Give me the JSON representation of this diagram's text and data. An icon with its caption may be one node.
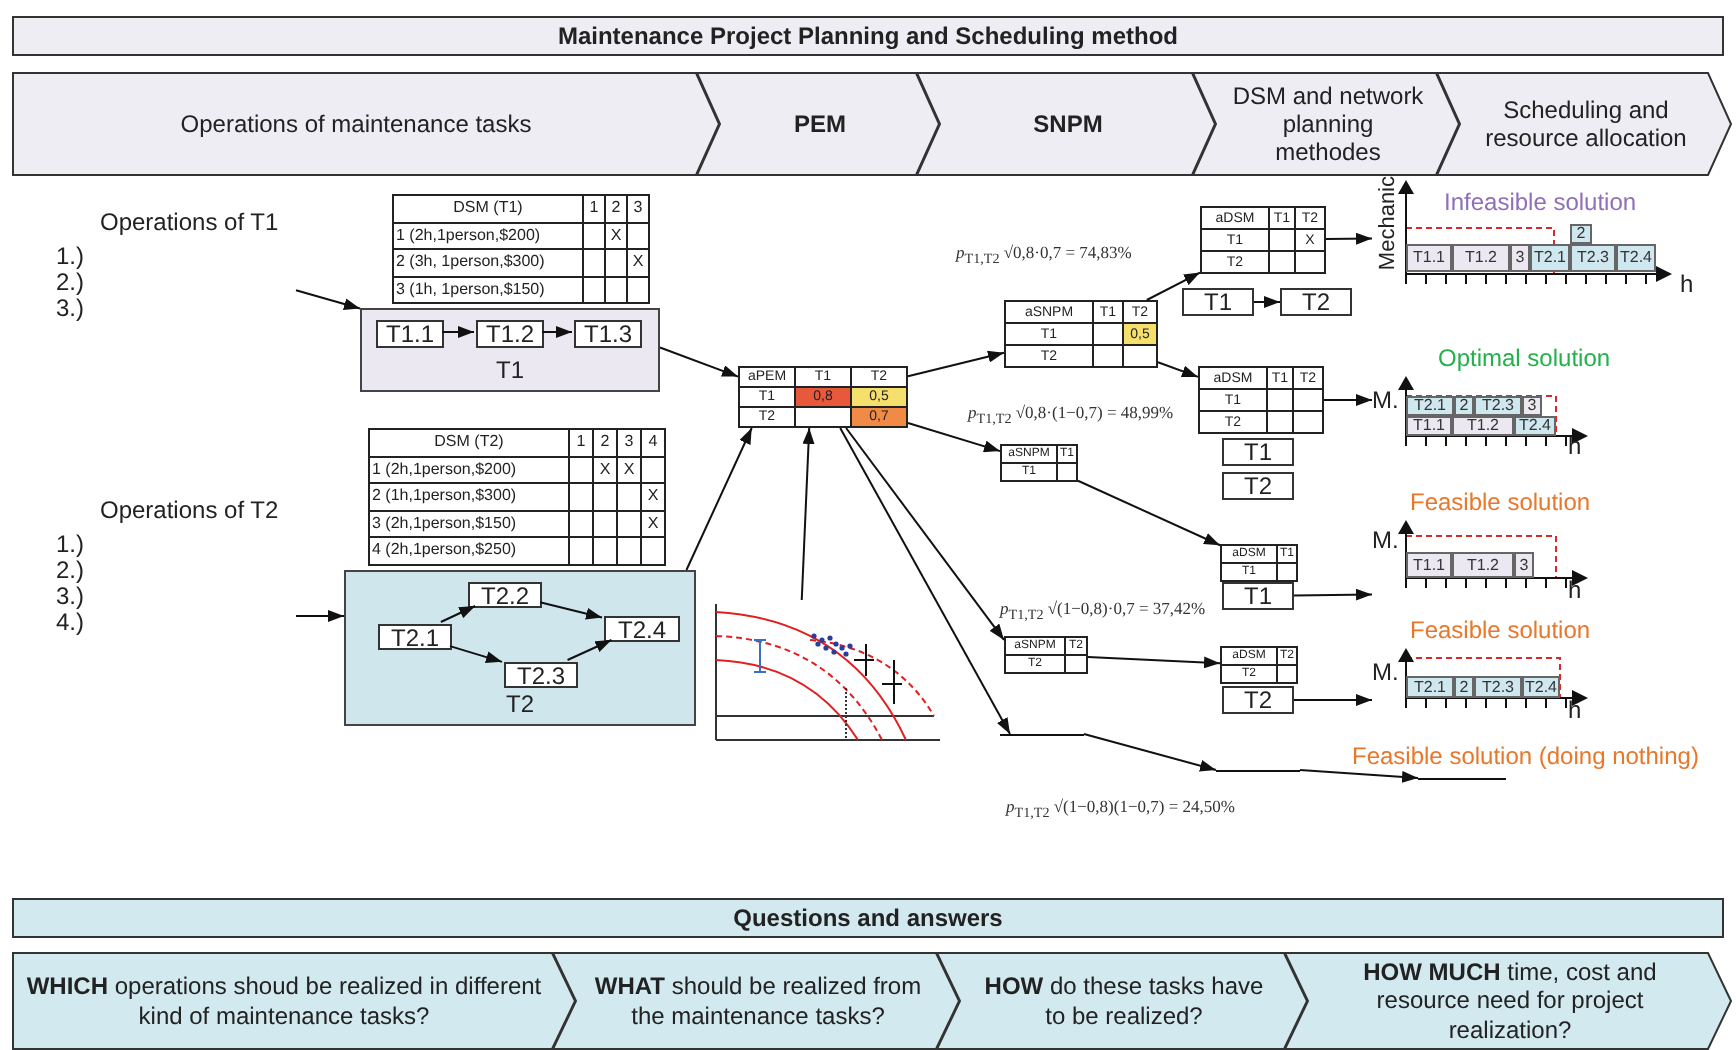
{
  "diagram": {
    "title": "Maintenance Project Planning and Scheduling method",
    "nodes": [
      {
        "text": [
          "Operations of maintenance tasks"
        ]
      },
      {
        "text": [
          "PEM"
        ]
      },
      {
        "text": [
          "SNPM"
        ]
      },
      {
        "text": [
          "DSM and network planning methodes"
        ]
      },
      {
        "text": [
          "Scheduling and resource allocation"
        ]
      },
      {
        "text": [
          "Operations of T1",
          "1.)",
          "2.)",
          "3.)"
        ]
      },
      {
        "text": [
          "DSM (T1)",
          "1",
          "2",
          "3",
          "1 (2h,1person,$200)",
          "X",
          "2 (3h, 1person,$300)",
          "X",
          "3 (1h, 1person,$150)"
        ]
      },
      {
        "text": [
          "T1"
        ]
      },
      {
        "text": [
          "T1.1"
        ],
        "in": 7
      },
      {
        "text": [
          "T1.2"
        ],
        "in": 7
      },
      {
        "text": [
          "T1.3"
        ],
        "in": 7
      },
      {
        "text": [
          "Operations of T2",
          "1.)",
          "2.)",
          "3.)",
          "4.)"
        ]
      },
      {
        "text": [
          "DSM (T2)",
          "1",
          "2",
          "3",
          "4",
          "1 (2h,1person,$200)",
          "X",
          "X",
          "2 (1h,1person,$300)",
          "X",
          "3 (2h,1person,$150)",
          "X",
          "4 (2h,1person,$250)"
        ]
      },
      {
        "text": [
          "T2"
        ]
      },
      {
        "text": [
          "T2.1"
        ],
        "in": 13
      },
      {
        "text": [
          "T2.2"
        ],
        "in": 13
      },
      {
        "text": [
          "T2.3"
        ],
        "in": 13
      },
      {
        "text": [
          "T2.4"
        ],
        "in": 13
      },
      {
        "text": [],
        "shape": "picture"
      },
      {
        "text": [
          "aPEM",
          "T1",
          "T2",
          "T1",
          "0,8",
          "0,5",
          "T2",
          "0,7"
        ]
      },
      {
        "text": [
          "aSNPM",
          "T1",
          "T2",
          "T1",
          "0,5",
          "T2"
        ]
      },
      {
        "text": [
          "aSNPM",
          "T1",
          "T1"
        ]
      },
      {
        "text": [
          "aSNPM",
          "T2",
          "T2"
        ]
      },
      {
        "text": [],
        "shape": "bar"
      },
      {
        "text": [
          "aDSM",
          "T1",
          "T2",
          "T1",
          "X",
          "T2"
        ]
      },
      {
        "text": [
          "T1"
        ]
      },
      {
        "text": [
          "T2"
        ]
      },
      {
        "text": [
          "aDSM",
          "T1",
          "T2",
          "T1",
          "T2"
        ]
      },
      {
        "text": [
          "T1"
        ]
      },
      {
        "text": [
          "T2"
        ]
      },
      {
        "text": [
          "aDSM",
          "T1",
          "T1"
        ]
      },
      {
        "text": [
          "T1"
        ]
      },
      {
        "text": [
          "aDSM",
          "T2",
          "T2"
        ]
      },
      {
        "text": [
          "T2"
        ]
      },
      {
        "text": [],
        "shape": "bar"
      },
      {
        "text": [],
        "shape": "bar",
        "beside": [
          "Feasible solution (doing nothing)"
        ]
      },
      {
        "text": [
          "Infeasible solution",
          "Mechanic",
          "T1.1",
          "T1.2",
          "3",
          "T2.1",
          "T2.3",
          "T2.4",
          "2",
          "h"
        ]
      },
      {
        "text": [
          "Optimal solution",
          "M.",
          "T2.1",
          "2",
          "T2.3",
          "3",
          "T1.1",
          "T1.2",
          "T2.4",
          "h"
        ]
      },
      {
        "text": [
          "Feasible solution",
          "M.",
          "T1.1",
          "T1.2",
          "3",
          "h"
        ]
      },
      {
        "text": [
          "Feasible solution",
          "M.",
          "T2.1",
          "2",
          "T2.3",
          "T2.4",
          "h"
        ]
      },
      {
        "text": [
          "Questions and answers"
        ]
      },
      {
        "text": [
          "**WHICH** operations shoud be realized in different kind of maintenance tasks?"
        ]
      },
      {
        "text": [
          "**WHAT** should be realized from the maintenance tasks?"
        ]
      },
      {
        "text": [
          "**HOW** do these tasks have to be realized?"
        ]
      },
      {
        "text": [
          "**HOW MUCH** time, cost and resource need for project realization?"
        ]
      }
    ],
    "edges": [
      {
        "from": 5,
        "to": 7,
        "arrow": "to"
      },
      {
        "from": 8,
        "to": 9,
        "arrow": "to"
      },
      {
        "from": 9,
        "to": 10,
        "arrow": "to"
      },
      {
        "from": 11,
        "to": 13,
        "arrow": "to"
      },
      {
        "from": 14,
        "to": 15,
        "arrow": "to"
      },
      {
        "from": 14,
        "to": 16,
        "arrow": "to"
      },
      {
        "from": 15,
        "to": 17,
        "arrow": "to"
      },
      {
        "from": 16,
        "to": 17,
        "arrow": "to"
      },
      {
        "from": 7,
        "to": 19,
        "arrow": "to"
      },
      {
        "from": 13,
        "to": 19,
        "arrow": "to"
      },
      {
        "from": 18,
        "to": 19,
        "arrow": "to"
      },
      {
        "from": 19,
        "to": 20,
        "arrow": "to"
      },
      {
        "from": 19,
        "to": 21,
        "arrow": "to"
      },
      {
        "from": 19,
        "to": 22,
        "arrow": "to"
      },
      {
        "from": 19,
        "to": 23,
        "arrow": "to"
      },
      {
        "from": 20,
        "to": 24,
        "arrow": "to"
      },
      {
        "from": 20,
        "to": 27,
        "arrow": "to"
      },
      {
        "from": 21,
        "to": 30,
        "arrow": "to"
      },
      {
        "from": 22,
        "to": 32,
        "arrow": "to"
      },
      {
        "from": 23,
        "to": 34,
        "arrow": "to"
      },
      {
        "from": 25,
        "to": 26,
        "arrow": "to"
      },
      {
        "from": 24,
        "to": 36,
        "arrow": "to"
      },
      {
        "from": 27,
        "to": 37,
        "arrow": "to"
      },
      {
        "from": 31,
        "to": 38,
        "arrow": "to"
      },
      {
        "from": 33,
        "to": 39,
        "arrow": "to"
      },
      {
        "from": 34,
        "to": 35,
        "arrow": "to"
      }
    ],
    "labels": [
      "*p*$_{T1,T2}$ √0,8·0,7 = 74,83%",
      "*p*$_{T1,T2}$ √0,8·(1−0,7) = 48,99%",
      "*p*$_{T1,T2}$ √(1−0,8)·0,7 = 37,42%",
      "*p*$_{T1,T2}$ √(1−0,8)(1−0,7) = 24,50%"
    ]
  }
}
